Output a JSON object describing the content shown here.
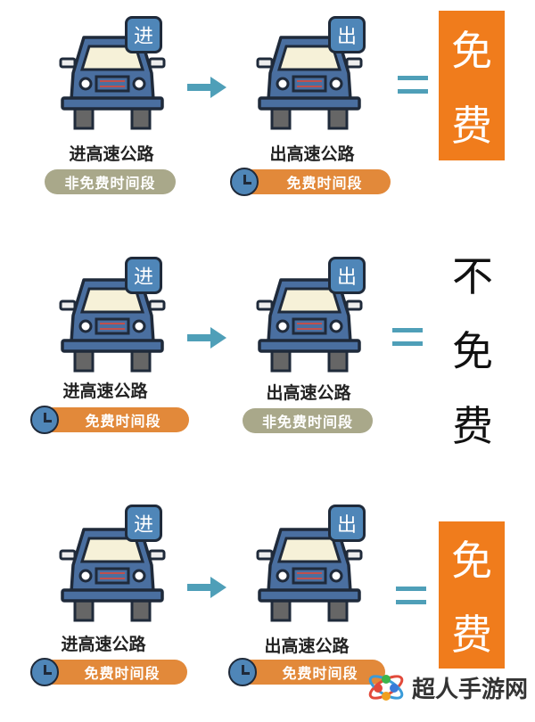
{
  "rows": [
    {
      "enter_badge": "进",
      "exit_badge": "出",
      "enter_label": "进高速公路",
      "exit_label": "出高速公路",
      "enter_period": "非免费时间段",
      "exit_period": "免费时间段",
      "result": [
        "免",
        "费"
      ]
    },
    {
      "enter_badge": "进",
      "exit_badge": "出",
      "enter_label": "进高速公路",
      "exit_label": "出高速公路",
      "enter_period": "免费时间段",
      "exit_period": "非免费时间段",
      "result": [
        "不",
        "免",
        "费"
      ]
    },
    {
      "enter_badge": "进",
      "exit_badge": "出",
      "enter_label": "进高速公路",
      "exit_label": "出高速公路",
      "enter_period": "免费时间段",
      "exit_period": "免费时间段",
      "result": [
        "免",
        "费"
      ]
    }
  ],
  "watermark": {
    "text": "超人手游网"
  },
  "colors": {
    "car_body": "#4a6fa0",
    "badge": "#4f86b8",
    "free_orange": "#e2893a",
    "nonfree_gray": "#a9a88a",
    "result_box": "#f07c1c"
  }
}
